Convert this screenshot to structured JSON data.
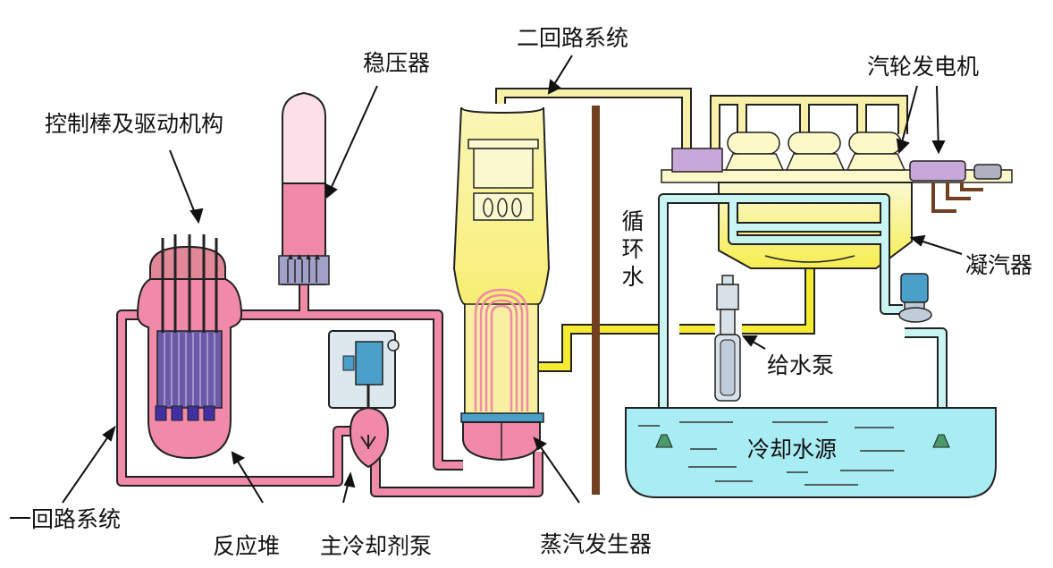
{
  "labels": {
    "control_rods": "控制棒及驱动机构",
    "pressurizer": "稳压器",
    "secondary_loop": "二回路系统",
    "turbine_generator": "汽轮发电机",
    "circulating_water": "循环水",
    "condenser": "凝汽器",
    "feed_pump": "给水泵",
    "cooling_source": "冷却水源",
    "primary_loop": "一回路系统",
    "reactor_core": "反应堆",
    "coolant_pump": "主冷却剂泵",
    "steam_generator": "蒸汽发生器"
  },
  "colors": {
    "primary_coolant": "#f08aa8",
    "steam_secondary": "#f8f0a8",
    "feedwater": "#f4ec30",
    "circulating_water": "#c8f4f2",
    "cooling_pool": "#a8ecf4",
    "turbine": "#fdf8c8",
    "generator": "#c8a8d8",
    "wall": "#704020",
    "outline": "#222222"
  }
}
